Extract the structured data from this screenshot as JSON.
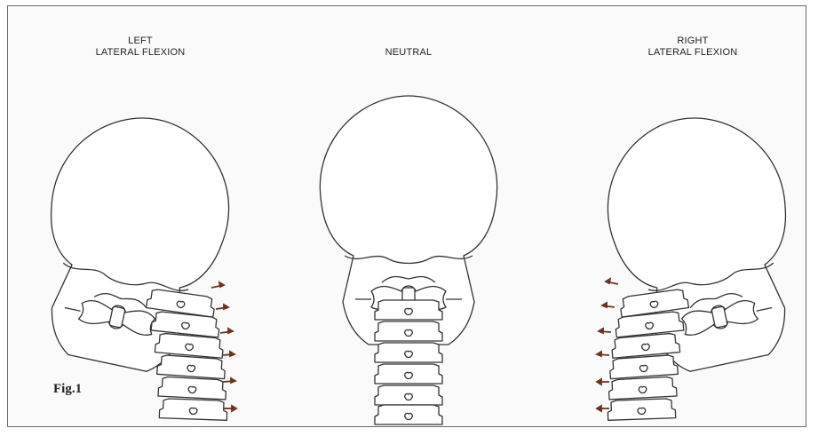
{
  "figure": {
    "caption": "Fig.1",
    "panels": [
      {
        "id": "left",
        "label_lines": [
          "LEFT",
          "LATERAL FLEXION"
        ],
        "tilt_deg": 12,
        "arrows": "right"
      },
      {
        "id": "neutral",
        "label_lines": [
          "NEUTRAL"
        ],
        "tilt_deg": 0,
        "arrows": "none"
      },
      {
        "id": "right",
        "label_lines": [
          "RIGHT",
          "LATERAL FLEXION"
        ],
        "tilt_deg": -12,
        "arrows": "left"
      }
    ],
    "colors": {
      "line": "#333333",
      "arrow": "#6b3322",
      "border": "#6a6a6a",
      "background": "#fafafa"
    }
  }
}
